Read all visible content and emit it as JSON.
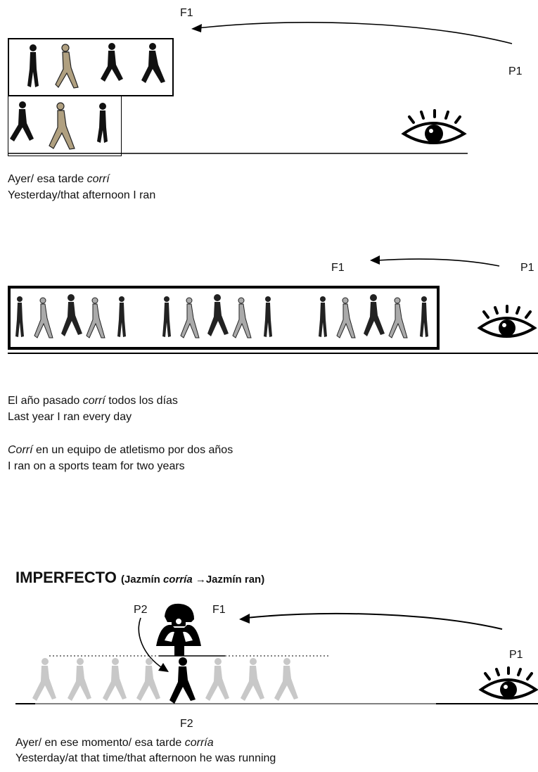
{
  "section1": {
    "f1_label": "F1",
    "p1_label": "P1",
    "caption_es_1": "Ayer/ esa tarde ",
    "caption_es_2": "corrí",
    "caption_en": "Yesterday/that afternoon I ran",
    "icon": "eye-icon"
  },
  "section2": {
    "f1_label": "F1",
    "p1_label": "P1",
    "caption1_es_1": "El año pasado ",
    "caption1_es_2": "corrí",
    "caption1_es_3": " todos los días",
    "caption1_en": "Last year I ran every day",
    "caption2_es_1": "Corrí",
    "caption2_es_2": " en un equipo de atletismo por dos años",
    "caption2_en": "I ran on a sports team for two years",
    "icon": "eye-icon"
  },
  "section3": {
    "title": "IMPERFECTO",
    "sub_1": "(Jazmín ",
    "sub_2": "corría",
    "sub_3": " →Jazmín ran)",
    "p2_label": "P2",
    "f1_label": "F1",
    "p1_label": "P1",
    "f2_label": "F2",
    "caption_es_1": "Ayer/ en ese momento/ esa tarde ",
    "caption_es_2": "corría",
    "caption_en": "Yesterday/at that time/that afternoon he was running",
    "icons": [
      "eye-icon",
      "photographer-icon",
      "runner-icon"
    ]
  }
}
